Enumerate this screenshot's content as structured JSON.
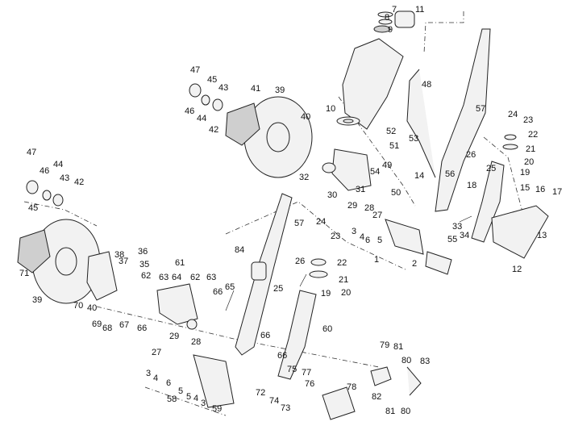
{
  "labels": [
    "1",
    "2",
    "3",
    "4",
    "5",
    "6",
    "7",
    "8",
    "9",
    "10",
    "11",
    "12",
    "13",
    "14",
    "15",
    "16",
    "17",
    "18",
    "19",
    "20",
    "21",
    "22",
    "23",
    "24",
    "25",
    "26",
    "27",
    "28",
    "29",
    "30",
    "31",
    "32",
    "33",
    "34",
    "35",
    "36",
    "37",
    "38",
    "39",
    "40",
    "41",
    "42",
    "43",
    "44",
    "45",
    "46",
    "47",
    "48",
    "49",
    "50",
    "51",
    "52",
    "53",
    "54",
    "55",
    "56",
    "57",
    "58",
    "59",
    "60",
    "61",
    "62",
    "63",
    "64",
    "65",
    "66",
    "67",
    "68",
    "69",
    "70",
    "71",
    "72",
    "73",
    "74",
    "75",
    "76",
    "77",
    "78",
    "79",
    "80",
    "81",
    "82",
    "83",
    "84"
  ]
}
